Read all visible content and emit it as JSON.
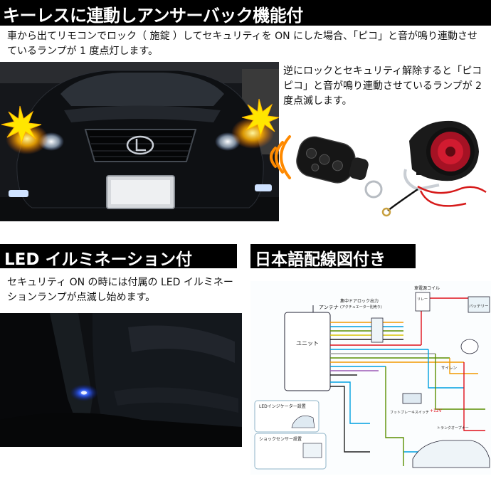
{
  "header": {
    "title": "キーレスに連動しアンサーバック機能付"
  },
  "intro": {
    "text": "車から出てリモコンでロック（ 施錠 ）してセキュリティを ON にした場合、「ピコ」と音が鳴り連動させているランプが 1 度点灯します。"
  },
  "answerback": {
    "text": "逆にロックとセキュリティ解除すると「ピコピコ」と音が鳴り連動させているランプが 2 度点滅します。"
  },
  "led_section": {
    "title": "LED イルミネーション付",
    "text": "セキュリティ ON の時には付属の LED イルミネーションランプが点滅し始めます。"
  },
  "diagram_section": {
    "title": "日本語配線図付き",
    "labels": {
      "antenna": "アンテナ",
      "unit": "ユニット",
      "central_lock": "集中ドアロック出力",
      "central_lock_sub": "(アクチュエーター別売り)",
      "coil": "車電源コイル",
      "relay": "リレー",
      "battery": "バッテリー",
      "led_indicator": "LEDインジケーター設置",
      "shock_sensor": "ショックセンサー設置",
      "siren": "サイレン",
      "foot_brake": "フットブレーキスイッチ",
      "plus12v": "+12V",
      "trunk": "トランクオープナー"
    }
  },
  "colors": {
    "banner_bg": "#000000",
    "banner_text": "#ffffff",
    "lamp_flash": "#ffe600",
    "led_blue": "#2f5cff"
  },
  "icons": {
    "lamp_flash_left": "starburst-icon",
    "lamp_flash_right": "starburst-icon",
    "remote_signal": "signal-waves-icon"
  }
}
